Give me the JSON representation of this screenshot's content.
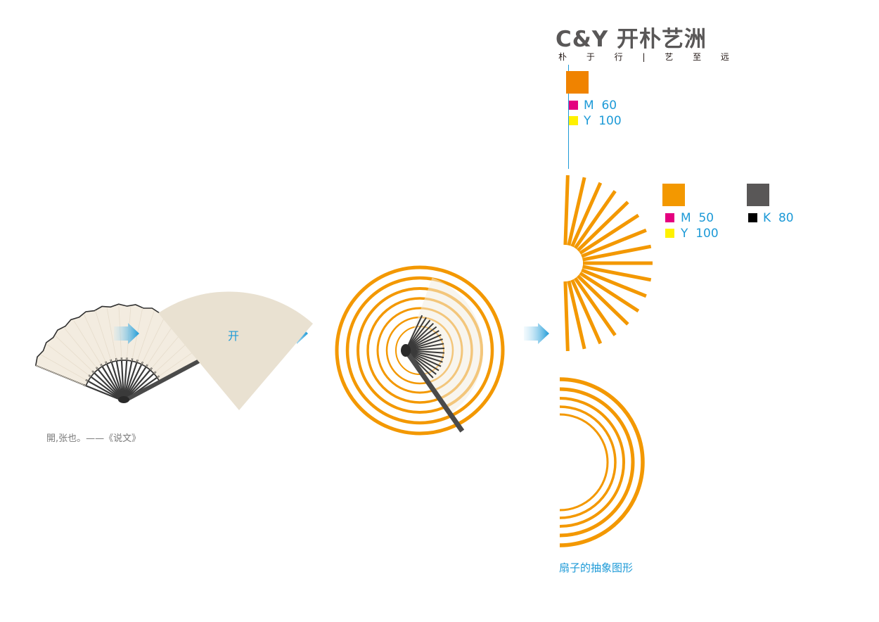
{
  "logo": {
    "mark": "C&Y 开朴艺洲",
    "tagline": "朴 于 行 | 艺 至 远"
  },
  "swatch_primary": {
    "color": "#f08300",
    "rows": [
      {
        "chip_color": "#e4007f",
        "label": "M  60"
      },
      {
        "chip_color": "#fff100",
        "label": "Y  100"
      }
    ]
  },
  "swatch_secondary": {
    "color": "#f39800",
    "rows": [
      {
        "chip_color": "#e4007f",
        "label": "M  50"
      },
      {
        "chip_color": "#fff100",
        "label": "Y  100"
      }
    ]
  },
  "swatch_dark": {
    "color": "#595757",
    "rows": [
      {
        "chip_color": "#000000",
        "label": "K  80"
      }
    ]
  },
  "kai_label": "开",
  "quote": "開,张也。——《说文》",
  "caption": "扇子的抽象图形",
  "colors": {
    "accent_blue": "#1d9ad7",
    "fan_orange": "#f39800",
    "paper": "#e9e1d1",
    "rib": "#3a3a3a"
  }
}
